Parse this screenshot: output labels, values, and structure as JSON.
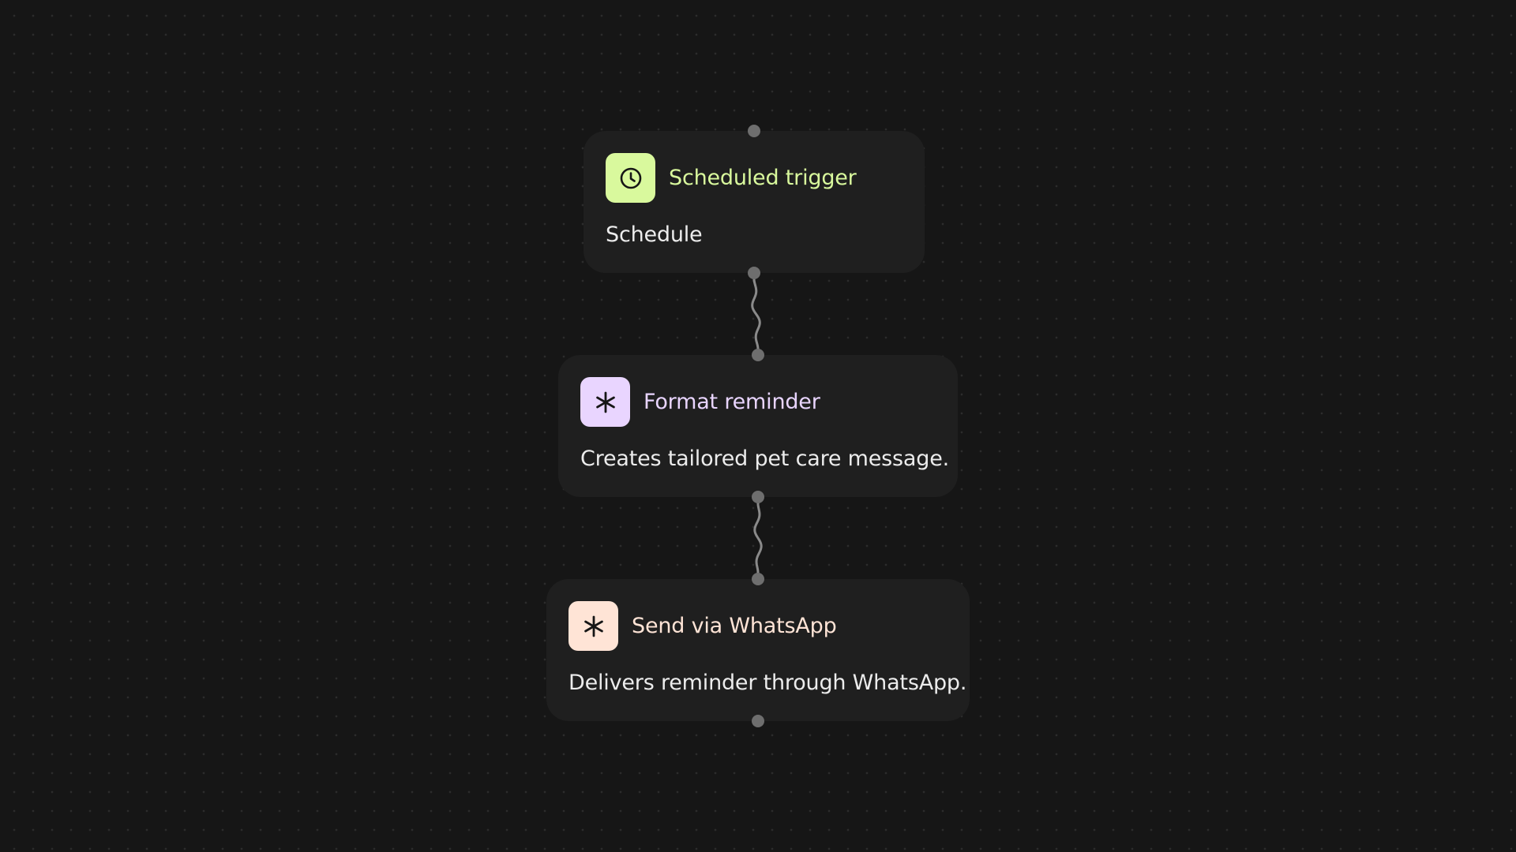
{
  "diagram": {
    "nodes": [
      {
        "id": "scheduled-trigger",
        "title": "Scheduled trigger",
        "description": "Schedule",
        "icon": "clock-icon",
        "icon_bg": "#d9f99d",
        "title_color": "#d9f99d"
      },
      {
        "id": "format-reminder",
        "title": "Format reminder",
        "description": "Creates tailored pet care message.",
        "icon": "asterisk-icon",
        "icon_bg": "#e9d5ff",
        "title_color": "#e9d5ff"
      },
      {
        "id": "send-via-whatsapp",
        "title": "Send via WhatsApp",
        "description": "Delivers reminder through WhatsApp.",
        "icon": "asterisk-icon",
        "icon_bg": "#ffe4d6",
        "title_color": "#ffe4d6"
      }
    ],
    "edges": [
      {
        "from": "scheduled-trigger",
        "to": "format-reminder"
      },
      {
        "from": "format-reminder",
        "to": "send-via-whatsapp"
      }
    ],
    "colors": {
      "background": "#161616",
      "node_background": "#1f1f1f",
      "port": "#6e6e6e",
      "edge": "#8a8a8a"
    }
  }
}
